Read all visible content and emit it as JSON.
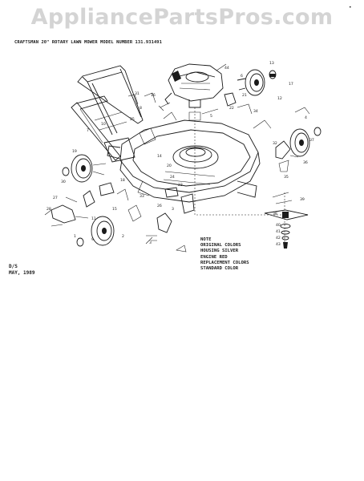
{
  "watermark": "AppliancePartsPros.com",
  "title": "CRAFTSMAN 20\" ROTARY LAWN MOWER MODEL NUMBER 131.931491",
  "corner_mark": "•",
  "note": {
    "lines": [
      "NOTE",
      "ORIGINAL COLORS",
      "HOUSING SILVER",
      "ENGINE RED",
      "REPLACEMENT COLORS",
      "STANDARD COLOR"
    ]
  },
  "date_mark": {
    "line1": "D/S",
    "line2": "MAY, 1989"
  },
  "diagram": {
    "part_callouts": [
      "44",
      "13",
      "17",
      "12",
      "4",
      "32",
      "35",
      "36",
      "34",
      "21",
      "22",
      "5",
      "19",
      "27",
      "28",
      "30",
      "15",
      "18",
      "11",
      "1",
      "9",
      "2",
      "3",
      "33",
      "26",
      "3",
      "23",
      "14",
      "20",
      "24",
      "16",
      "31",
      "8",
      "25",
      "39",
      "38",
      "40",
      "41",
      "42",
      "43",
      "37",
      "6",
      "10",
      "7"
    ]
  }
}
